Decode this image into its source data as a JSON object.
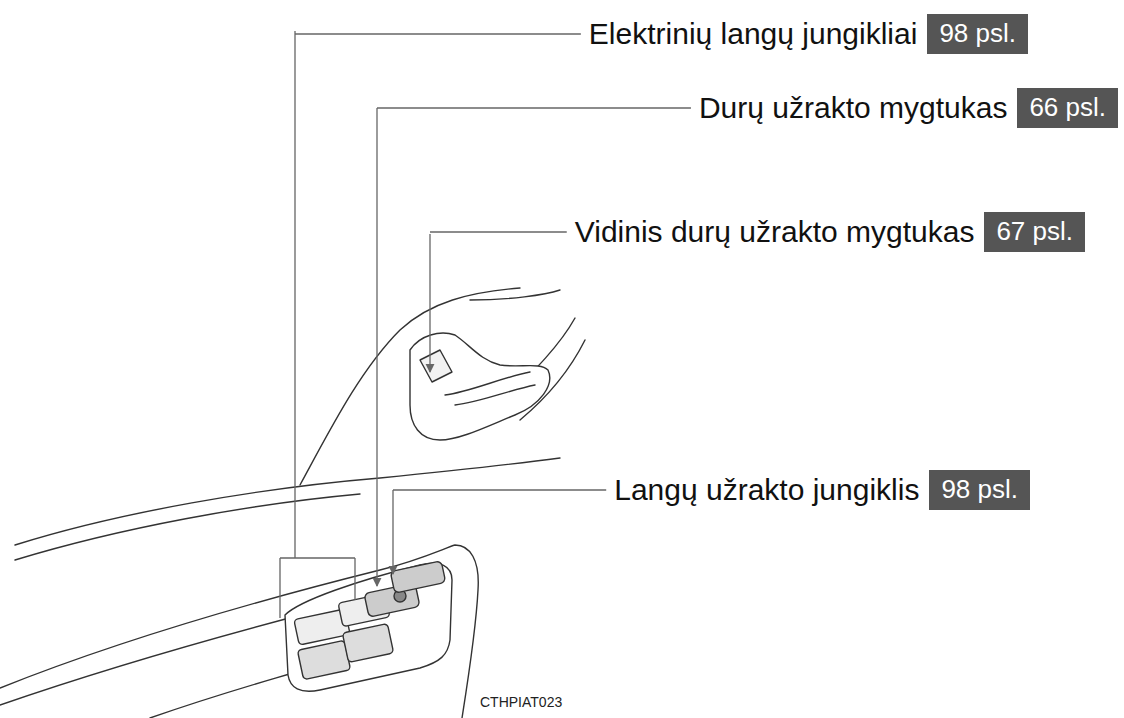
{
  "diagram": {
    "nodes": [
      {
        "text": [
          "Elektrinių langų jungikliai",
          "98 psl."
        ]
      },
      {
        "text": [
          "Durų užrakto mygtukas",
          "66 psl."
        ]
      },
      {
        "text": [
          "Vidinis durų užrakto mygtukas",
          "67 psl."
        ]
      },
      {
        "text": [
          "Langų užrakto jungiklis",
          "98 psl."
        ]
      }
    ],
    "labels": [
      "CTHPIAT023"
    ]
  }
}
